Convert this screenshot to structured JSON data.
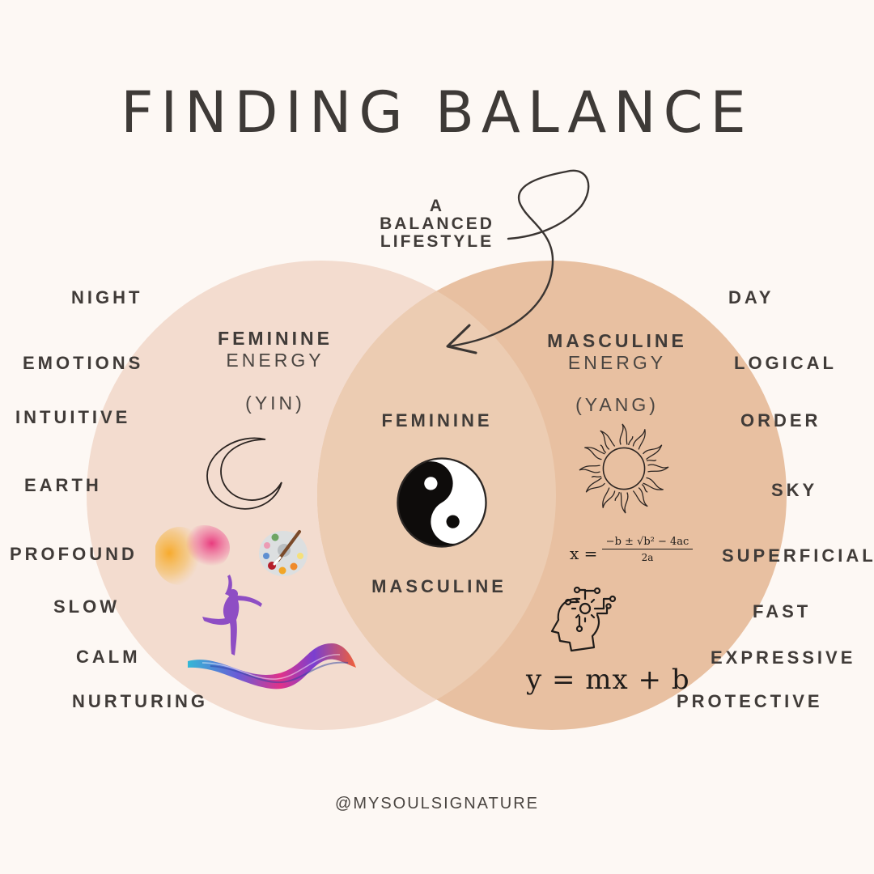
{
  "title": "FINDING BALANCE",
  "callout": {
    "line1": "A",
    "line2": "BALANCED",
    "line3": "LIFESTYLE"
  },
  "left_circle": {
    "heading": "FEMININE",
    "subheading": "ENERGY",
    "label": "(YIN)",
    "color": "#f3dccf",
    "icons": [
      "crescent-moon-icon",
      "color-powder-splash",
      "paint-palette-icon",
      "dancer-silhouette",
      "rainbow-ribbon-wave"
    ]
  },
  "right_circle": {
    "heading": "MASCULINE",
    "subheading": "ENERGY",
    "label": "(YANG)",
    "color": "#e8c0a1",
    "icons": [
      "sun-icon",
      "quadratic-formula",
      "head-gears-icon",
      "linear-equation"
    ],
    "quadratic_formula": {
      "lhs": "x =",
      "numerator": "−b ± √b² − 4ac",
      "denominator": "2a"
    },
    "linear_equation": "y = mx + b"
  },
  "overlap": {
    "top_word": "FEMININE",
    "bottom_word": "MASCULINE",
    "icon": "yin-yang-icon",
    "color": "#ecccb2"
  },
  "left_traits": [
    "NIGHT",
    "EMOTIONS",
    "INTUITIVE",
    "EARTH",
    "PROFOUND",
    "SLOW",
    "CALM",
    "NURTURING"
  ],
  "right_traits": [
    "DAY",
    "LOGICAL",
    "ORDER",
    "SKY",
    "SUPERFICIAL",
    "FAST",
    "EXPRESSIVE",
    "PROTECTIVE"
  ],
  "footer": {
    "handle": "@MYSOULSIGNATURE"
  },
  "colors": {
    "background": "#fdf8f4",
    "text": "#3e3a37"
  }
}
